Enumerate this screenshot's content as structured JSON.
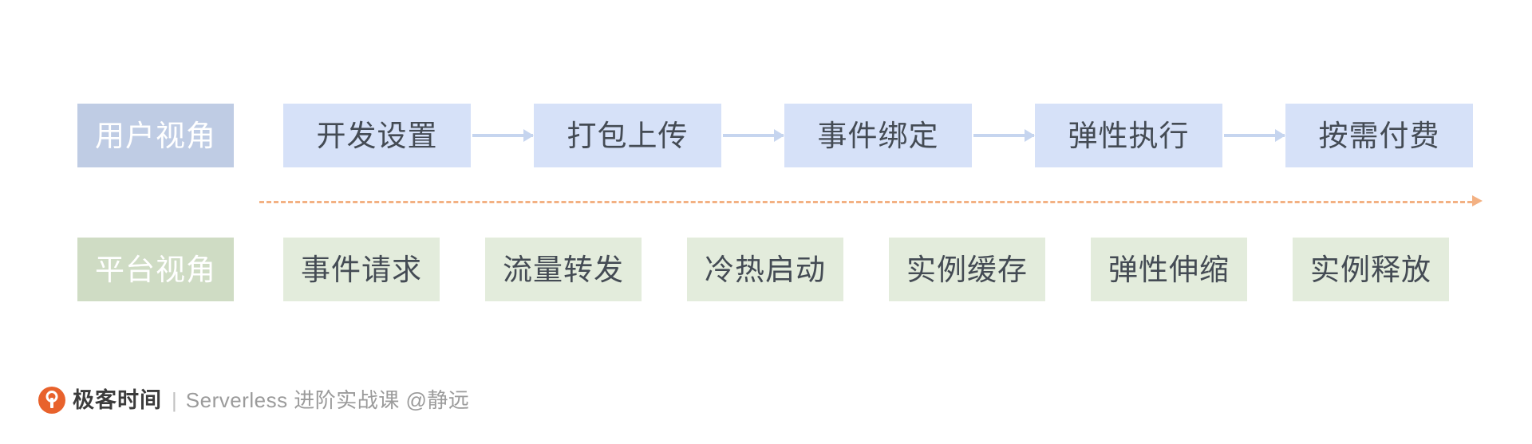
{
  "diagram": {
    "title_hidden": "",
    "rows": [
      {
        "key": "user_view",
        "legend": "用户视角",
        "legend_bg": "#bfcce4",
        "box_bg": "#d6e1f8",
        "arrow_color": "#c6d5ef",
        "has_arrows": true,
        "steps": [
          {
            "label": "开发设置"
          },
          {
            "label": "打包上传"
          },
          {
            "label": "事件绑定"
          },
          {
            "label": "弹性执行"
          },
          {
            "label": "按需付费"
          }
        ]
      },
      {
        "key": "platform_view",
        "legend": "平台视角",
        "legend_bg": "#cfdcc4",
        "box_bg": "#e3ecdc",
        "arrow_color": "",
        "has_arrows": false,
        "steps": [
          {
            "label": "事件请求"
          },
          {
            "label": "流量转发"
          },
          {
            "label": "冷热启动"
          },
          {
            "label": "实例缓存"
          },
          {
            "label": "弹性伸缩"
          },
          {
            "label": "实例释放"
          }
        ]
      }
    ],
    "separator": {
      "style": "dashed",
      "color": "#f3b183",
      "direction": "right"
    }
  },
  "footer": {
    "logo_name": "geekbang-logo-icon",
    "logo_color": "#e8622c",
    "brand": "极客时间",
    "divider": "|",
    "subtitle": "Serverless 进阶实战课 @静远"
  }
}
